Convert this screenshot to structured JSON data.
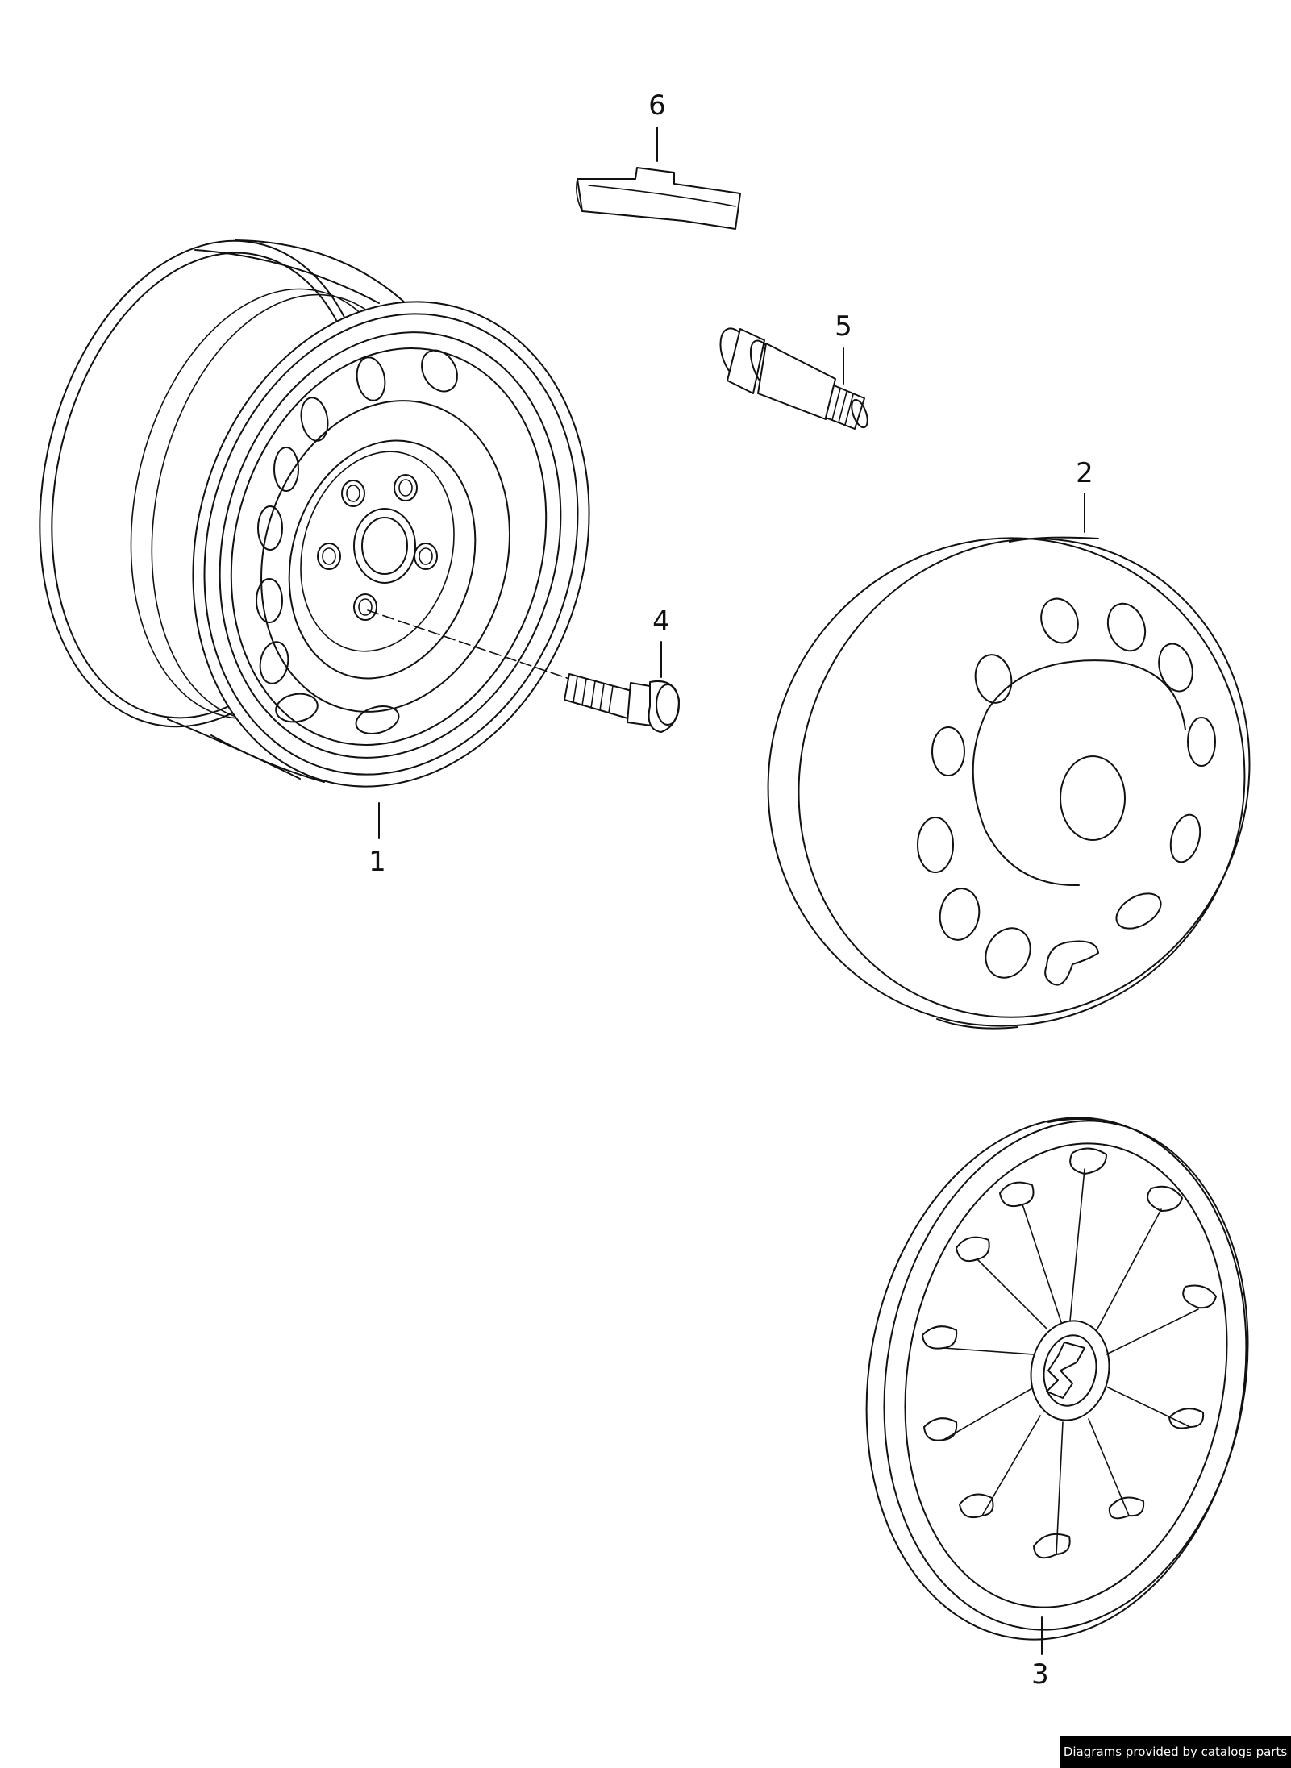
{
  "callouts": {
    "c1": "1",
    "c2": "2",
    "c3": "3",
    "c4": "4",
    "c5": "5",
    "c6": "6"
  },
  "credit": "Diagrams provided by catalogs parts",
  "colors": {
    "line": "#111111",
    "background": "#ffffff",
    "credit_bg": "#000000",
    "credit_text": "#ffffff"
  }
}
